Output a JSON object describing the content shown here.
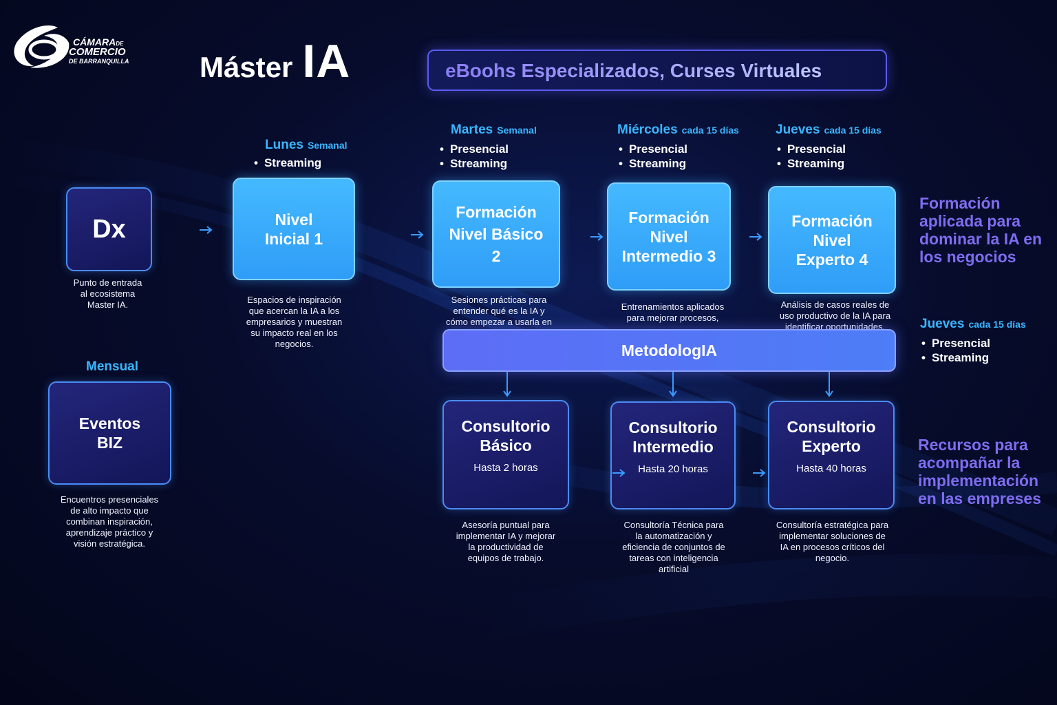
{
  "logo": {
    "line1": "CÁMARA",
    "de": "DE",
    "line2": "COMERCIO",
    "line3": "DE BARRANQUILLA"
  },
  "title": {
    "part1": "Máster",
    "part2": "IA"
  },
  "ebooks_bar": "eBoohs Especializados, Curses Virtuales",
  "schedules": {
    "lunes": {
      "day": "Lunes",
      "freq": "Semanal",
      "items": [
        "Streaming"
      ]
    },
    "martes": {
      "day": "Martes",
      "freq": "Semanal",
      "items": [
        "Presencial",
        "Streaming"
      ]
    },
    "miercoles": {
      "day": "Miércoles",
      "freq": "cada 15 días",
      "items": [
        "Presencial",
        "Streaming"
      ]
    },
    "jueves": {
      "day": "Jueves",
      "freq": "cada 15 días",
      "items": [
        "Presencial",
        "Streaming"
      ]
    },
    "jueves2": {
      "day": "Jueves",
      "freq": "cada 15 días",
      "items": [
        "Presencial",
        "Streaming"
      ]
    },
    "mensual": {
      "day": "Mensual"
    }
  },
  "boxes": {
    "dx": {
      "label": "Dx",
      "desc": "Punto de entrada\nal ecosistema\nMaster IA."
    },
    "nivel1": {
      "label": "Nivel\nInicial 1",
      "desc": "Espacios de inspiración\nque acercan la IA a los\nempresarios y muestran\nsu impacto real en los\nnegocios."
    },
    "basico": {
      "label": "Formación\nNivel Básico\n2",
      "desc": "Sesiones prácticas para\nentender qué es la IA y\ncómo empezar a usarla en"
    },
    "intermedio": {
      "label": "Formación\nNivel\nIntermedio 3",
      "desc": "Entrenamientos aplicados\npara mejorar procesos,"
    },
    "experto": {
      "label": "Formación\nNivel\nExperto 4",
      "desc": "Análisis de casos reales de\nuso productivo de la IA para\nidentificar oportunidades."
    },
    "eventos": {
      "label": "Eventos\nBIZ",
      "desc": "Encuentros presenciales\nde alto impacto que\ncombinan inspiración,\naprendizaje práctico y\nvisión estratégica."
    },
    "cons_basico": {
      "label": "Consultorio\nBásico",
      "sub": "Hasta 2 horas",
      "desc": "Asesoría puntual para\nimplementar IA y mejorar\nla productividad de\nequipos de trabajo."
    },
    "cons_intermedio": {
      "label": "Consultorio\nIntermedio",
      "sub": "Hasta 20 horas",
      "desc": "Consultoría Técnica para\nla automatización y\neficiencia de conjuntos de\ntareas con inteligencia\nartificial"
    },
    "cons_experto": {
      "label": "Consultorio\nExperto",
      "sub": "Hasta 40 horas",
      "desc": "Consultoría estratégica para\nimplementar soluciones de\nIA en procesos críticos del\nnegocio."
    }
  },
  "metodologia": "MetodologIA",
  "side_labels": {
    "formacion": "Formación\naplicada para\ndominar la IA en\nlos negocios",
    "recursos": "Recursos para\nacompañar la\nimplementación\nen las empreses"
  },
  "colors": {
    "accent_blue": "#3ab6ff",
    "box_light": "#3aaafc",
    "box_dark": "#1c1e6a",
    "violet": "#7f6cf0",
    "metodo": "#5d72f6"
  }
}
